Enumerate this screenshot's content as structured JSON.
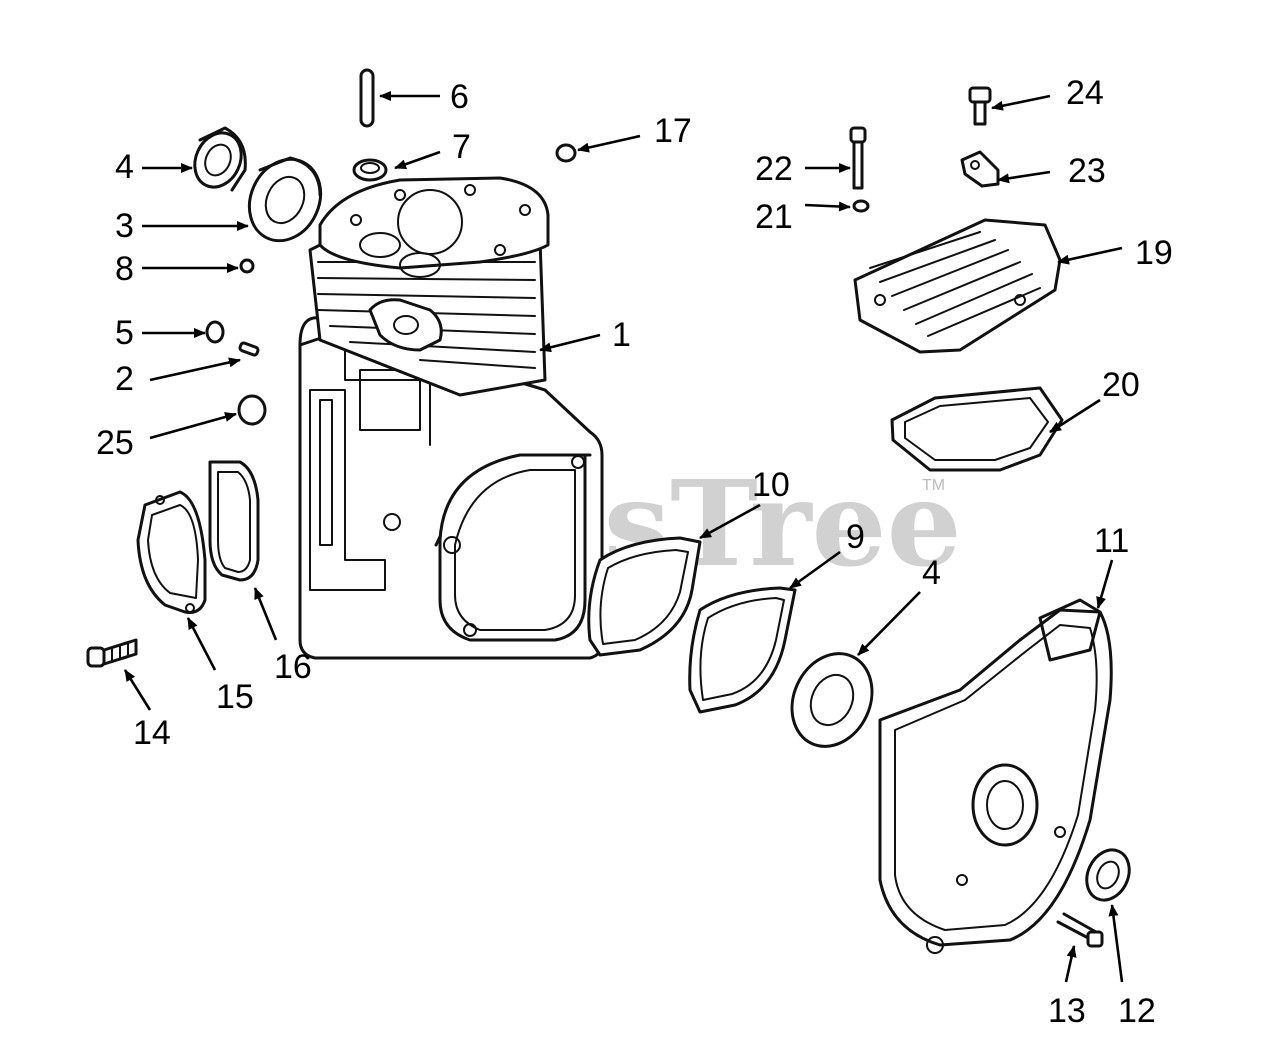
{
  "watermark": {
    "text": "PartsTree",
    "tm": "TM"
  },
  "callouts": [
    {
      "id": "c1",
      "text": "1"
    },
    {
      "id": "c2",
      "text": "2"
    },
    {
      "id": "c3",
      "text": "3"
    },
    {
      "id": "c4a",
      "text": "4"
    },
    {
      "id": "c4b",
      "text": "4"
    },
    {
      "id": "c5",
      "text": "5"
    },
    {
      "id": "c6",
      "text": "6"
    },
    {
      "id": "c7",
      "text": "7"
    },
    {
      "id": "c8",
      "text": "8"
    },
    {
      "id": "c9",
      "text": "9"
    },
    {
      "id": "c10",
      "text": "10"
    },
    {
      "id": "c11",
      "text": "11"
    },
    {
      "id": "c12",
      "text": "12"
    },
    {
      "id": "c13",
      "text": "13"
    },
    {
      "id": "c14",
      "text": "14"
    },
    {
      "id": "c15",
      "text": "15"
    },
    {
      "id": "c16",
      "text": "16"
    },
    {
      "id": "c17",
      "text": "17"
    },
    {
      "id": "c19",
      "text": "19"
    },
    {
      "id": "c20",
      "text": "20"
    },
    {
      "id": "c21",
      "text": "21"
    },
    {
      "id": "c22",
      "text": "22"
    },
    {
      "id": "c23",
      "text": "23"
    },
    {
      "id": "c24",
      "text": "24"
    },
    {
      "id": "c25",
      "text": "25"
    }
  ]
}
